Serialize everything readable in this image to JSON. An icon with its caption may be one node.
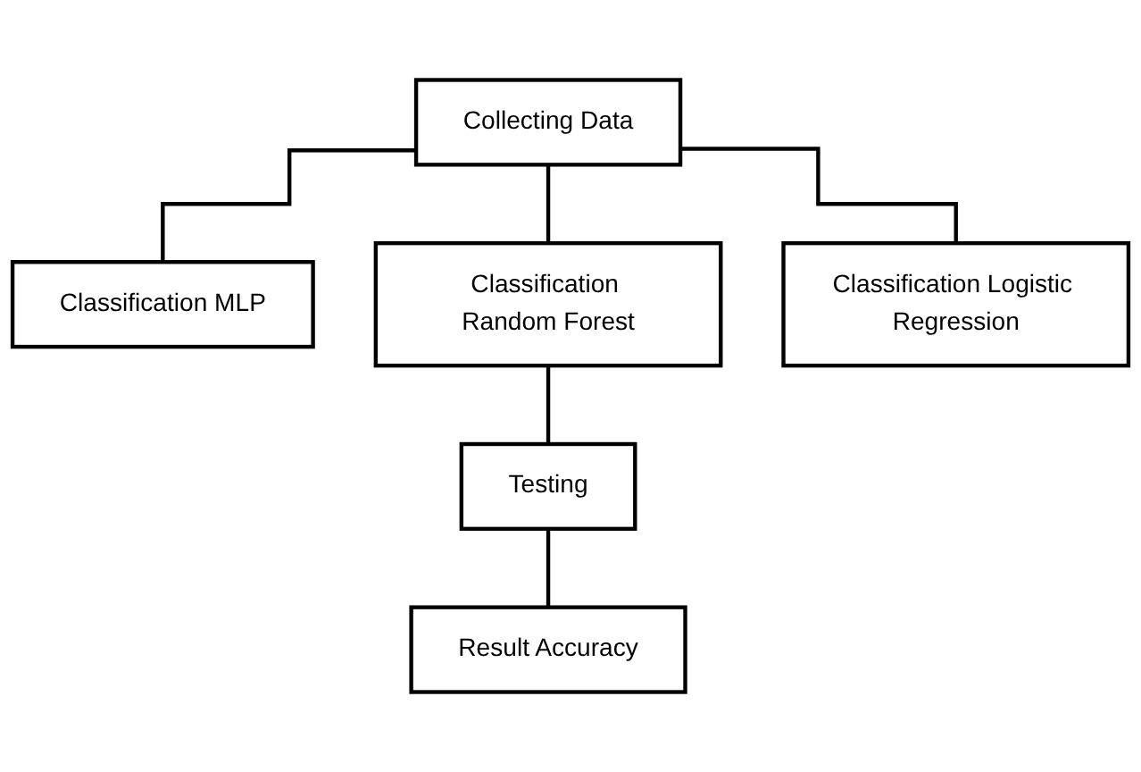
{
  "diagram": {
    "nodes": [
      {
        "text": [
          "Collecting Data"
        ]
      },
      {
        "text": [
          "Classification MLP"
        ]
      },
      {
        "text": [
          "Classification Random Forest"
        ]
      },
      {
        "text": [
          "Classification Logistic Regression"
        ]
      },
      {
        "text": [
          "Testing"
        ]
      },
      {
        "text": [
          "Result Accuracy"
        ]
      }
    ],
    "edges": [
      {
        "from": 0,
        "to": 1,
        "arrow": "none"
      },
      {
        "from": 0,
        "to": 2,
        "arrow": "none"
      },
      {
        "from": 0,
        "to": 3,
        "arrow": "none"
      },
      {
        "from": 2,
        "to": 4,
        "arrow": "none"
      },
      {
        "from": 4,
        "to": 5,
        "arrow": "none"
      }
    ]
  }
}
